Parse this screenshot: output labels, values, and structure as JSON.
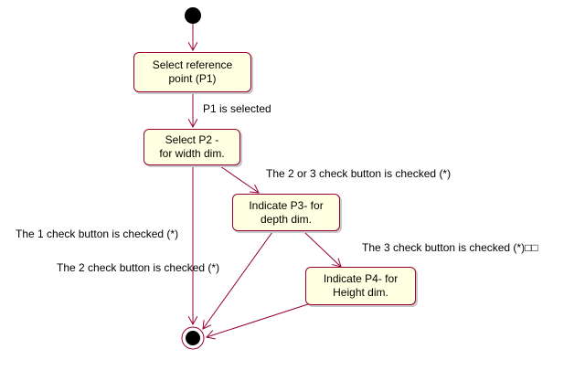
{
  "colors": {
    "state_fill": "#ffffe1",
    "state_border": "#990033",
    "edge": "#990033",
    "node": "#000000"
  },
  "states": {
    "s1": "Select reference\npoint (P1)",
    "s2": "Select P2 -\nfor width dim.",
    "s3": "Indicate P3- for\ndepth dim.",
    "s4": "Indicate P4- for\nHeight dim."
  },
  "transitions": {
    "t_p1": "P1 is selected",
    "t_23": "The 2 or 3 check button is checked (*)",
    "t_1": "The 1 check button is checked (*)",
    "t_3": "The 3 check button is checked (*)□□",
    "t_2": "The 2 check button is checked (*)"
  }
}
